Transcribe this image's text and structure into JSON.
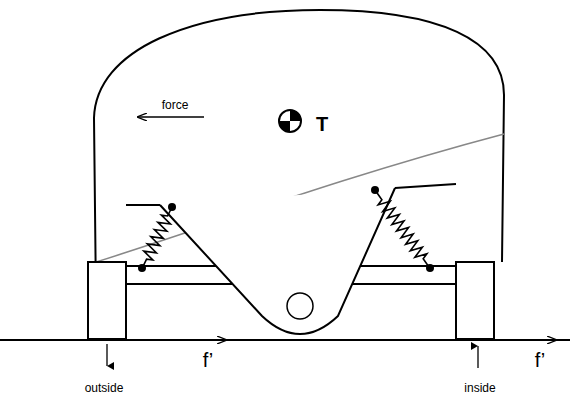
{
  "diagram": {
    "labels": [
      "force",
      "T",
      "f’",
      "f’",
      "outside",
      "inside"
    ]
  }
}
